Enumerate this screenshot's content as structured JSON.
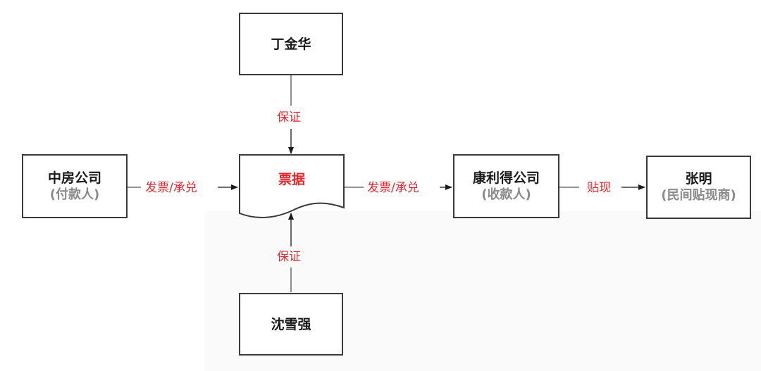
{
  "nodes": {
    "guarantor_top": {
      "title": "丁金华"
    },
    "payer": {
      "title": "中房公司",
      "subtitle": "(付款人)"
    },
    "bill": {
      "title": "票据"
    },
    "payee": {
      "title": "康利得公司",
      "subtitle": "(收款人)"
    },
    "discounter": {
      "title": "张明",
      "subtitle": "(民间贴现商)"
    },
    "guarantor_bottom": {
      "title": "沈雪强"
    }
  },
  "edges": {
    "top_to_bill": "保证",
    "bottom_to_bill": "保证",
    "payer_to_bill": "发票/承兑",
    "bill_to_payee": "发票/承兑",
    "payee_to_discounter": "贴现"
  },
  "colors": {
    "edge_label": "#e8262d",
    "bill_label": "#e8262d",
    "subtitle": "#8a8a8a",
    "border": "#3a3a3a"
  }
}
